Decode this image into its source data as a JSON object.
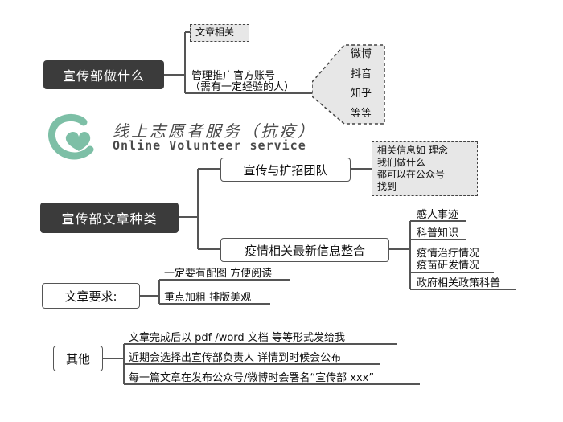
{
  "logo": {
    "cn_text": "线上志愿者服务（抗疫）",
    "en_text": "Online Volunteer service",
    "colors": {
      "teal": "#7dbfa6",
      "text": "#4a4a4a"
    }
  },
  "colors": {
    "dark_node": "#3b3b3b",
    "line": "#555555",
    "dashed_fill": "#e7e7e7"
  },
  "branches": {
    "b1": {
      "label": "宣传部做什么",
      "tag": "文章相关",
      "manage": {
        "line1": "管理推广官方账号",
        "line2": "（需有一定经验的人）"
      },
      "platforms": [
        "微博",
        "抖音",
        "知乎",
        "等等"
      ]
    },
    "b2": {
      "label": "宣传部文章种类",
      "sub1": {
        "label": "宣传与扩招团队",
        "note": [
          "相关信息如 理念",
          "我们做什么",
          "都可以在公众号",
          "找到"
        ]
      },
      "sub2": {
        "label": "疫情相关最新信息整合",
        "items": [
          "感人事迹",
          "科普知识",
          "疫情治疗情况",
          "疫苗研发情况",
          "政府相关政策科普"
        ]
      }
    },
    "b3": {
      "label": "文章要求:",
      "items": [
        "一定要有配图 方便阅读",
        "重点加粗 排版美观"
      ]
    },
    "b4": {
      "label": "其他",
      "items": [
        "文章完成后以 pdf /word 文档 等等形式发给我",
        "近期会选择出宣传部负责人 详情到时候会公布",
        "每一篇文章在发布公众号/微博时会署名“宣传部 xxx”"
      ]
    }
  }
}
